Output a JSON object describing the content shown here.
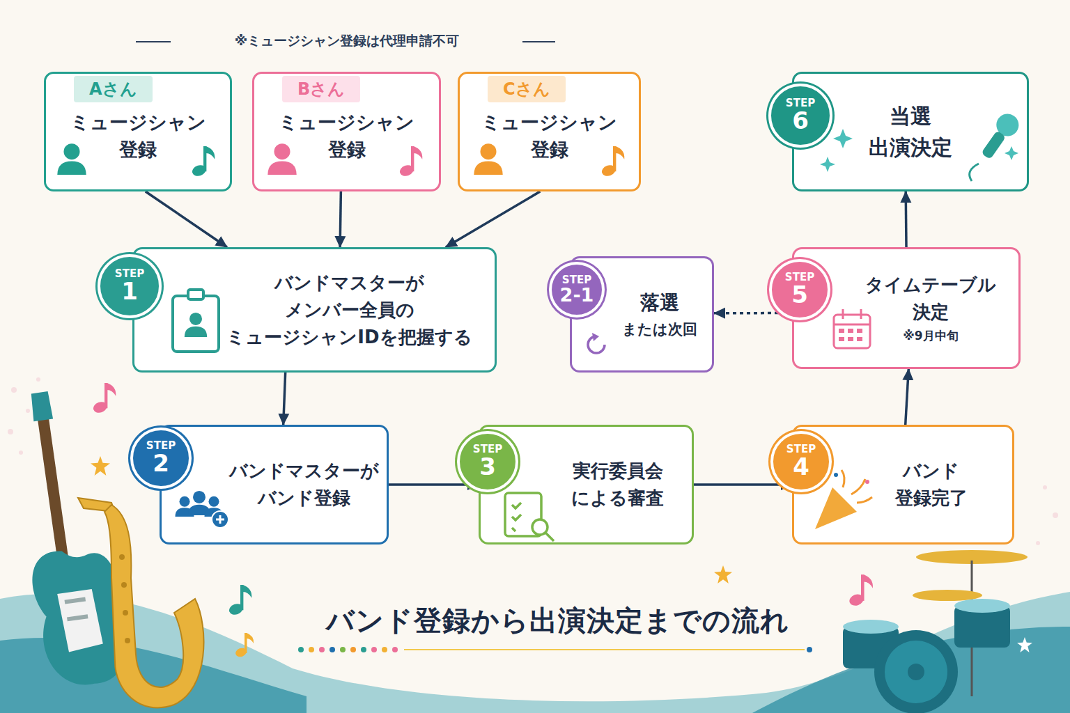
{
  "diagram": {
    "title": "バンド登録から出演決定までの流れ",
    "nodes": [
      {
        "text": [
          "Aさん",
          "ミュージシャン 登録"
        ]
      },
      {
        "text": [
          "Bさん",
          "ミュージシャン 登録"
        ]
      },
      {
        "text": [
          "Cさん",
          "ミュージシャン 登録"
        ]
      },
      {
        "text": [
          "当選 出演決定"
        ]
      },
      {
        "text": [
          "STEP",
          "6"
        ],
        "in": 3
      },
      {
        "text": [
          "バンドマスターが メンバー全員の ミュージシャンIDを把握する"
        ]
      },
      {
        "text": [
          "STEP",
          "1"
        ],
        "in": 5
      },
      {
        "text": [
          "落選",
          "または次回"
        ]
      },
      {
        "text": [
          "STEP",
          "2-1"
        ],
        "in": 7
      },
      {
        "text": [
          "タイムテーブル 決定",
          "※9月中旬"
        ]
      },
      {
        "text": [
          "STEP",
          "5"
        ],
        "in": 9
      },
      {
        "text": [
          "バンドマスターが バンド登録"
        ]
      },
      {
        "text": [
          "STEP",
          "2"
        ],
        "in": 11
      },
      {
        "text": [
          "実行委員会 による審査"
        ]
      },
      {
        "text": [
          "STEP",
          "3"
        ],
        "in": 13
      },
      {
        "text": [
          "バンド 登録完了"
        ]
      },
      {
        "text": [
          "STEP",
          "4"
        ],
        "in": 15
      }
    ],
    "edges": [
      {
        "from": 0,
        "to": 5,
        "arrow": "to"
      },
      {
        "from": 1,
        "to": 5,
        "arrow": "to"
      },
      {
        "from": 2,
        "to": 5,
        "arrow": "to"
      },
      {
        "from": 5,
        "to": 11,
        "arrow": "to"
      },
      {
        "from": 11,
        "to": 13,
        "arrow": "to"
      },
      {
        "from": 13,
        "to": 15,
        "arrow": "to"
      },
      {
        "from": 15,
        "to": 9,
        "arrow": "to"
      },
      {
        "from": 9,
        "to": 3,
        "arrow": "to"
      },
      {
        "from": 9,
        "to": 7,
        "arrow": "to"
      }
    ],
    "labels": [
      "※ミュージシャン登録は代理申請不可"
    ]
  }
}
